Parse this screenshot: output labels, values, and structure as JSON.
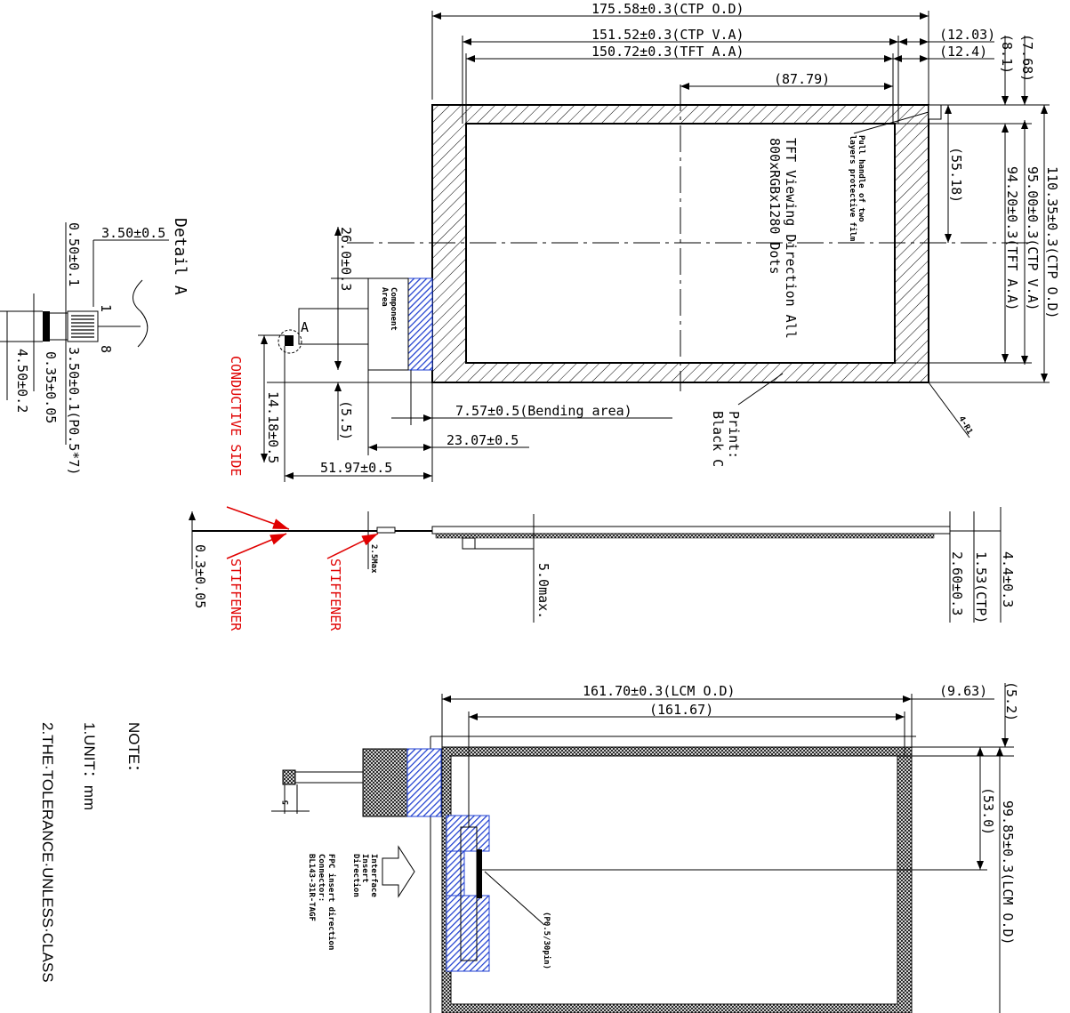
{
  "top_view": {
    "dim_ctp_od": "175.58±0.3(CTP  O.D)",
    "dim_ctp_va": "151.52±0.3(CTP  V.A)",
    "dim_tft_aa": "150.72±0.3(TFT  A.A)",
    "dim_87_79": "(87.79)",
    "dim_12_03": "(12.03)",
    "dim_12_4": "(12.4)",
    "dim_8_1": "(8.1)",
    "dim_7_68": "(7.68)",
    "dim_55_18": "(55.18)",
    "dim_94_20": "94.20±0.3(TFT  A.A)",
    "dim_95_00": "95.00±0.3(CTP  V.A)",
    "dim_110_35": "110.35±0.3(CTP  O.D)",
    "viewing_line1": "TFT  Viewing  Direction  All",
    "viewing_line2": "800xRGBx1280  Dots",
    "pull_handle_line1": "Pull handle of two",
    "pull_handle_line2": "layers protective film",
    "print_line1": "Print:",
    "print_line2": "Black C",
    "radius_label": "4-R1",
    "component_line1": "Component",
    "component_line2": "Area",
    "label_a": "A",
    "dim_26_0": "26.0±0.3",
    "dim_5_5": "(5.5)",
    "dim_14_18": "14.18±0.5",
    "dim_7_57": "7.57±0.5(Bending area)",
    "dim_23_07": "23.07±0.5",
    "dim_51_97": "51.97±0.5"
  },
  "detail_a": {
    "title": "Detail  A",
    "dim_3_50": "3.50±0.5",
    "dim_0_50": "0.50±0.1",
    "dim_pitch": "3.50±0.1(P0.5*7)",
    "dim_0_35": "0.35±0.05",
    "dim_4_50": "4.50±0.2",
    "pin_1": "1",
    "pin_8": "8"
  },
  "side_view": {
    "conductive_side": "CONDUCTIVE SIDE",
    "stiffener_left": "STIFFENER",
    "stiffener_right": "STIFFENER",
    "dim_0_3": "0.3±0.05",
    "dim_2_5": "2.5Max",
    "dim_5_0": "5.0max.",
    "dim_2_60": "2.60±0.3",
    "dim_1_53": "1.53(CTP)",
    "dim_4_4": "4.4±0.3"
  },
  "bottom_view": {
    "dim_161_70": "161.70±0.3(LCM  O.D)",
    "dim_161_67": "(161.67)",
    "dim_9_63": "(9.63)",
    "dim_5_2": "(5.2)",
    "dim_53_0": "(53.0)",
    "dim_99_85": "99.85±0.3(LCM  O.D)",
    "dim_5": "5",
    "interface_line1": "Interface",
    "interface_line2": "Insert",
    "interface_line3": "Direction",
    "fpc_line1": "FPC insert direction",
    "fpc_line2": "Connector:",
    "fpc_line3": "BL143-31R-TAGF",
    "pin_label": "(P0.5/30pin)"
  },
  "notes": {
    "title": "NOTE：",
    "unit": "1.UNIT：mm",
    "tolerance": "2.THE·TOLERANCE·UNLESS·CLASS"
  },
  "colors": {
    "line": "#000000",
    "red_label": "#e00000",
    "blue_hatch": "#1f3fd0"
  }
}
